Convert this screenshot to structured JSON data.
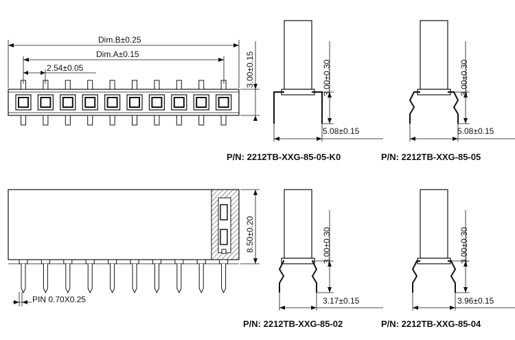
{
  "dims": {
    "dim_b": "Dim.B±0.25",
    "dim_a": "Dim.A±0.15",
    "pitch": "2.54±0.05",
    "top_height": "3.00±0.15",
    "side_height": "8.50±0.20",
    "pin": "PIN 0.70X0.25",
    "view1_post": "3.00±0.30",
    "view1_span": "5.08±0.15",
    "view2_post": "3.00±0.30",
    "view2_span": "5.08±0.15",
    "view3_post": "3.00±0.30",
    "view3_span": "3.17±0.15",
    "view4_post": "3.00±0.30",
    "view4_span": "3.96±0.15"
  },
  "part_numbers": {
    "k0": "P/N: 2212TB-XXG-85-05-K0",
    "v05": "P/N: 2212TB-XXG-85-05",
    "v02": "P/N: 2212TB-XXG-85-02",
    "v04": "P/N: 2212TB-XXG-85-04"
  },
  "pin_count": 10
}
